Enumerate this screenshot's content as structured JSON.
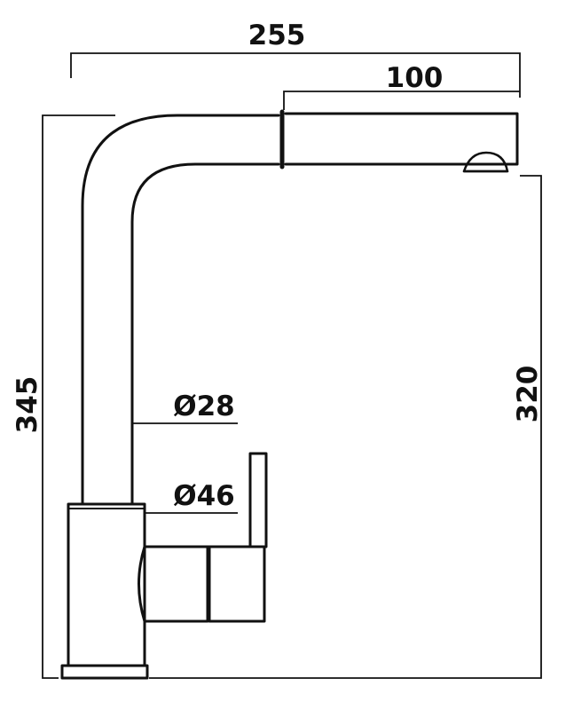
{
  "dimensions": {
    "total_width": "255",
    "spout_pullout": "100",
    "total_height": "345",
    "spout_height": "320",
    "tube_diameter": "Ø28",
    "body_diameter": "Ø46"
  }
}
